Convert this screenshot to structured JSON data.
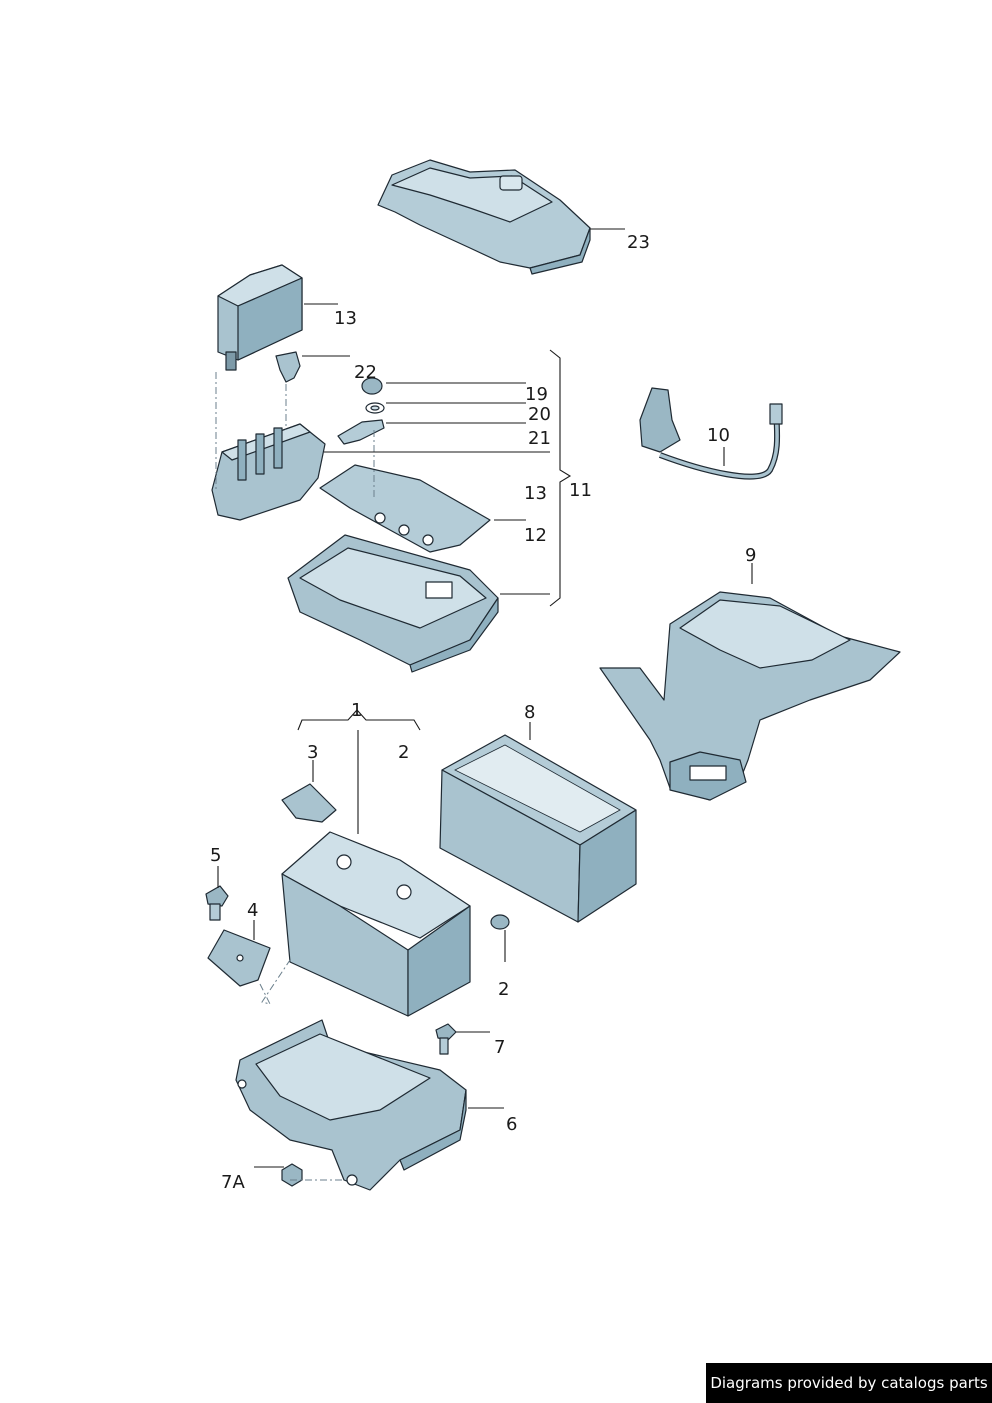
{
  "footer": {
    "credit": "Diagrams provided by catalogs parts"
  },
  "callouts": {
    "c1": "1",
    "c2a": "2",
    "c2b": "2",
    "c3": "3",
    "c4": "4",
    "c5": "5",
    "c6": "6",
    "c7": "7",
    "c7a": "7A",
    "c8": "8",
    "c9": "9",
    "c10": "10",
    "c11": "11",
    "c12": "12",
    "c13a": "13",
    "c13b": "13",
    "c19": "19",
    "c20": "20",
    "c21": "21",
    "c22": "22",
    "c23": "23"
  },
  "colors": {
    "part_fill": "#a9c3cf",
    "part_light": "#cfe0e8",
    "part_dark": "#7d9aa8",
    "outline": "#1f2a33",
    "leader": "#1a1a1a"
  }
}
